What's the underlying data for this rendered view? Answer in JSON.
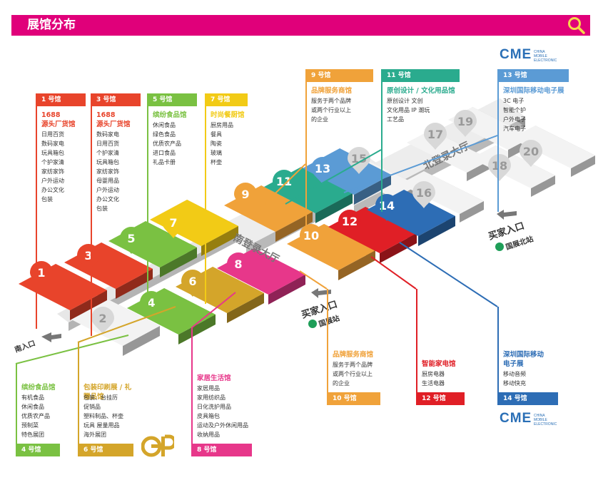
{
  "header": {
    "title": "展馆分布",
    "search_icon": "search-icon"
  },
  "colors": {
    "header": "#e0007a",
    "h1": "#e8442b",
    "h3": "#e8442b",
    "h5": "#7ac142",
    "h7": "#f2cb16",
    "h9": "#f0a23a",
    "h11": "#2aab8e",
    "h13": "#5b9bd5",
    "h4": "#7ac142",
    "h6": "#d4a52a",
    "h8": "#e7378a",
    "h10": "#f0a23a",
    "h12": "#e01f26",
    "h14": "#2d6db5"
  },
  "halls_top": [
    {
      "id": "h1",
      "hd": "1 号馆",
      "title": [
        "1688",
        "源头厂货馆"
      ],
      "items": [
        "日用百货",
        "数码家电",
        "玩具箱包",
        "个护家清",
        "家纺家饰",
        "户外运动",
        "办公文化",
        "包装"
      ]
    },
    {
      "id": "h3",
      "hd": "3 号馆",
      "title": [
        "1688",
        "源头厂货馆"
      ],
      "items": [
        "数码家电",
        "日用百货",
        "个护家清",
        "玩具箱包",
        "家纺家饰",
        "母婴用品",
        "户外运动",
        "办公文化",
        "包装"
      ]
    },
    {
      "id": "h5",
      "hd": "5 号馆",
      "title": [
        "缤纷食品馆"
      ],
      "items": [
        "休闲食品",
        "绿色食品",
        "优质农产品",
        "进口食品",
        "礼品卡册"
      ]
    },
    {
      "id": "h7",
      "hd": "7 号馆",
      "title": [
        "时尚餐厨馆"
      ],
      "items": [
        "厨房用品",
        "餐具",
        "陶瓷",
        "玻璃",
        "杯壶"
      ]
    },
    {
      "id": "h9",
      "hd": "9 号馆",
      "title": [
        "品牌服务商馆"
      ],
      "items": [
        "服务于两个品牌",
        "或两个行业以上",
        "的企业"
      ]
    },
    {
      "id": "h11",
      "hd": "11 号馆",
      "title": [
        "原创设计 / 文化用品馆"
      ],
      "items": [
        "原创设计  文创",
        "文化用品  IP 潮玩",
        "工艺品"
      ]
    },
    {
      "id": "h13",
      "hd": "13 号馆",
      "title": [
        "深圳国际移动电子展"
      ],
      "items": [
        "3C 电子",
        "智能个护",
        "户外电子",
        "汽车电子"
      ]
    }
  ],
  "halls_bottom": [
    {
      "id": "h4",
      "hd": "4 号馆",
      "title": [
        "缤纷食品馆"
      ],
      "items": [
        "有机食品",
        "休闲食品",
        "优质农产品",
        "预制菜",
        "特色展团"
      ]
    },
    {
      "id": "h6",
      "hd": "6 号馆",
      "title": [
        "包装印刷展 / 礼赠品馆"
      ],
      "items": [
        "包装、台挂历",
        "促销品",
        "塑料制品、杯壶",
        "玩具  屋量用品",
        "海外展团"
      ]
    },
    {
      "id": "h8",
      "hd": "8 号馆",
      "title": [
        "家居生活馆"
      ],
      "items": [
        "家居用品",
        "家用纺织品",
        "日化洗护用品",
        "皮具箱包",
        "运动及户外休闲用品",
        "收纳用品"
      ]
    },
    {
      "id": "h10",
      "hd": "10 号馆",
      "title": [
        "品牌服务商馆"
      ],
      "items": [
        "服务于两个品牌",
        "或两个行业以上",
        "的企业"
      ]
    },
    {
      "id": "h12",
      "hd": "12 号馆",
      "title": [
        "智能家电馆"
      ],
      "items": [
        "厨房电器",
        "生活电器"
      ]
    },
    {
      "id": "h14",
      "hd": "14 号馆",
      "title": [
        "深圳国际移动",
        "电子展"
      ],
      "items": [
        "移动音频",
        "移动快充"
      ]
    }
  ],
  "map": {
    "south_hall": "南登录大厅",
    "north_hall": "北登录大厅",
    "buyer_entrance": "买家入口",
    "south_entrance": "南入口",
    "station_guozhan": "国展站",
    "station_guozhan_north": "国展北站",
    "numbers": [
      "1",
      "2",
      "3",
      "4",
      "5",
      "6",
      "7",
      "8",
      "9",
      "10",
      "11",
      "12",
      "13",
      "14",
      "15",
      "16",
      "17",
      "18",
      "19",
      "20"
    ]
  },
  "logos": {
    "cme": "CME",
    "cme_sub": [
      "CHINA",
      "MOBILE",
      "ELECTRONIC"
    ],
    "gp": "GP"
  }
}
